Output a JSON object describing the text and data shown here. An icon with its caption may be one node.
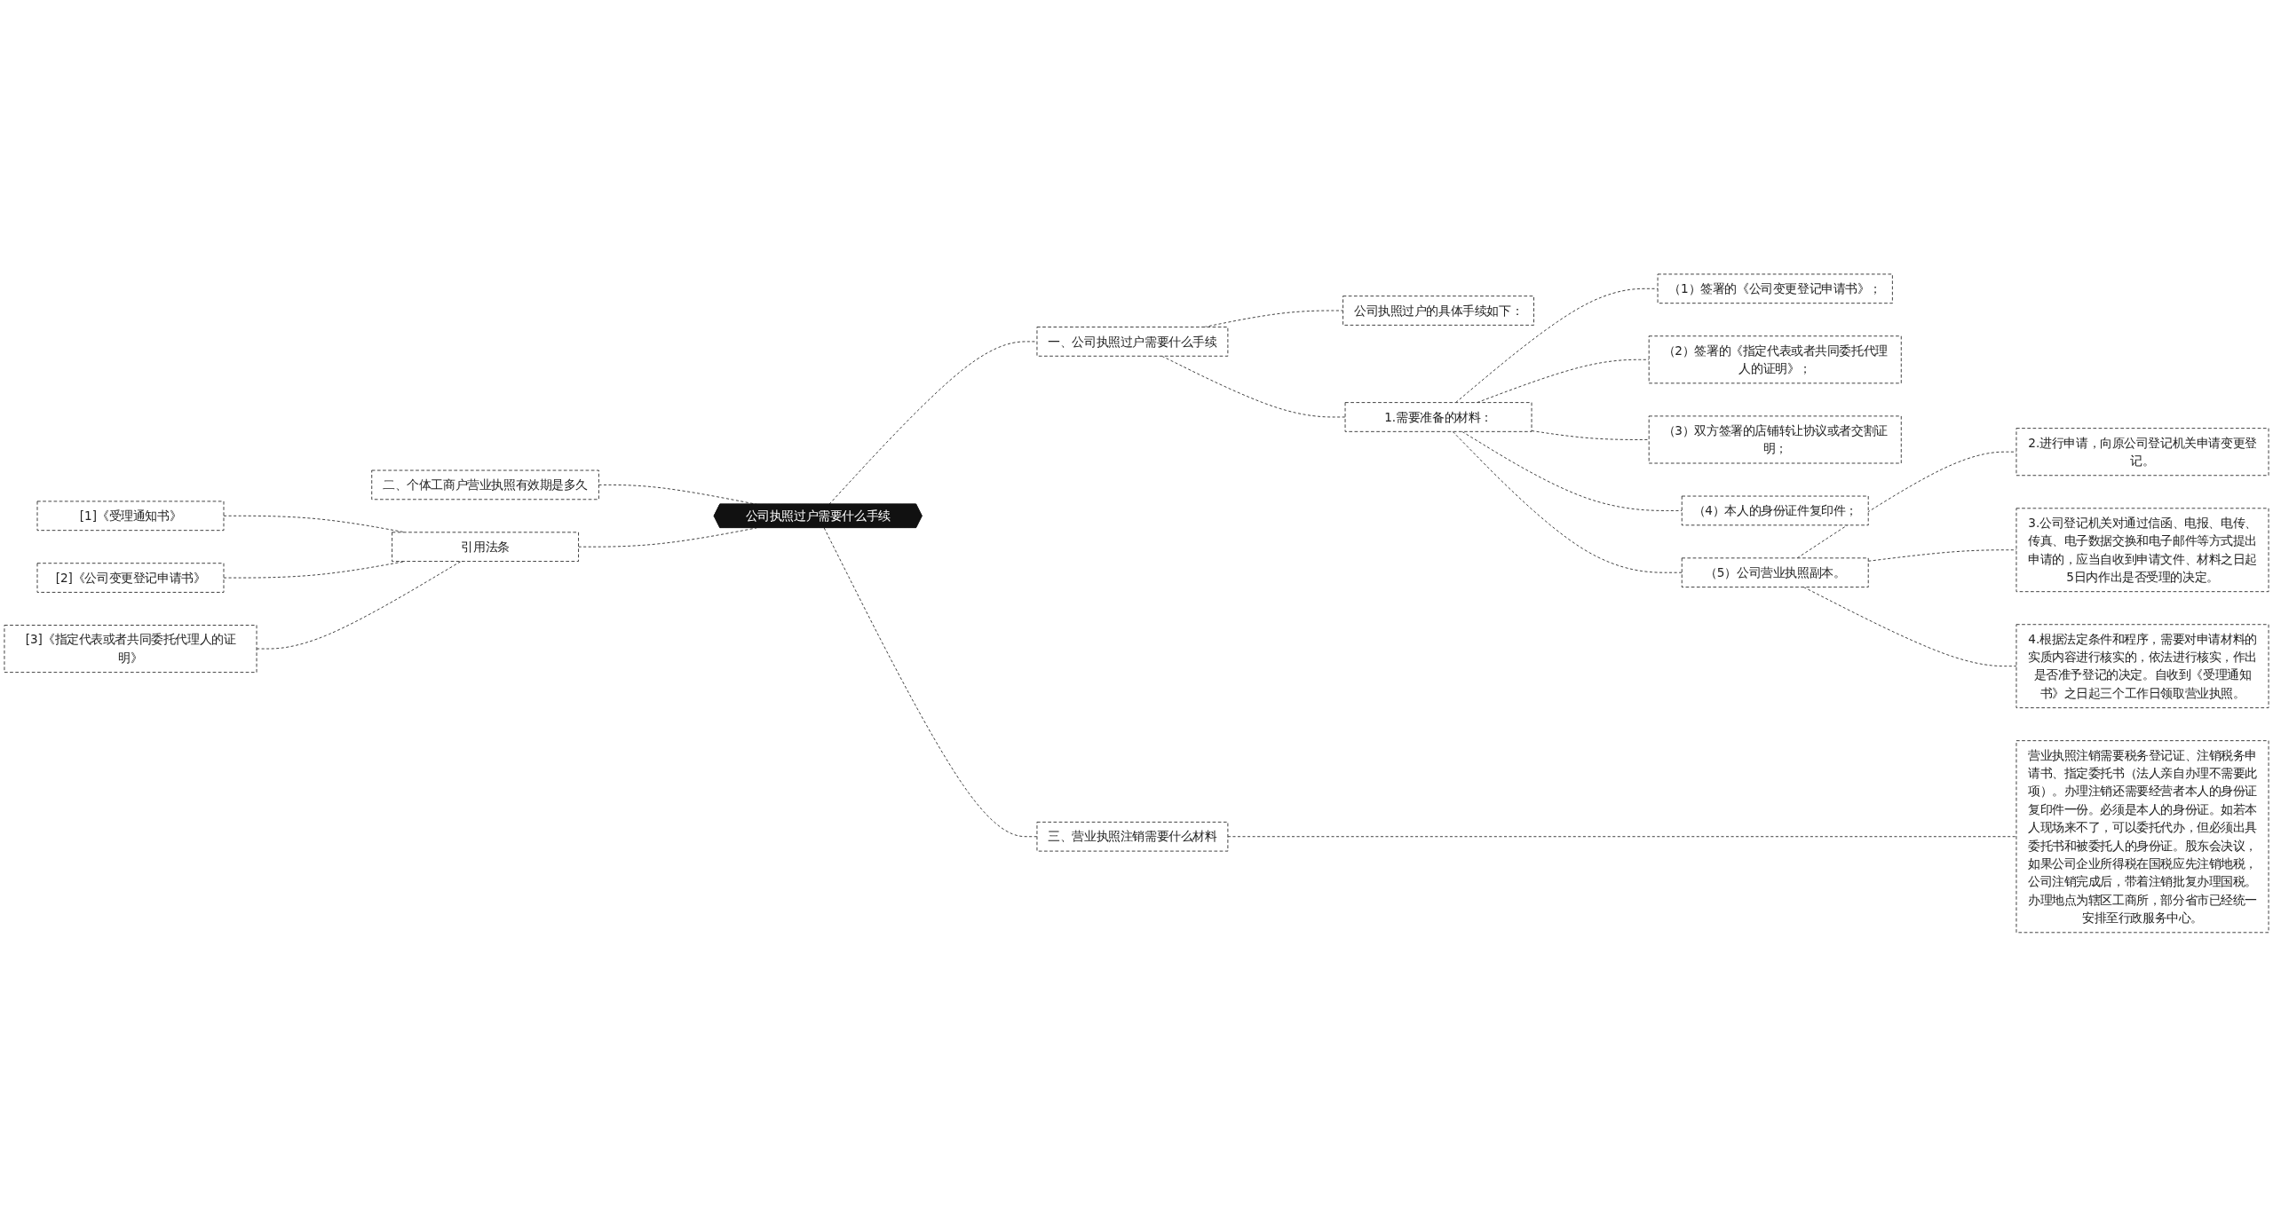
{
  "diagram": {
    "nodes": [
      {
        "text": [
          "公司执照过户需要什么手续"
        ]
      },
      {
        "text": [
          "一、公司执照过户需要什么手续"
        ]
      },
      {
        "text": [
          "公司执照过户的具体手续如下："
        ]
      },
      {
        "text": [
          "1.需要准备的材料："
        ]
      },
      {
        "text": [
          "（1）签署的《公司变更登记申请书》；"
        ]
      },
      {
        "text": [
          "（2）签署的《指定代表或者共同委托代理人的证明》；"
        ]
      },
      {
        "text": [
          "（3）双方签署的店铺转让协议或者交割证明；"
        ]
      },
      {
        "text": [
          "（4）本人的身份证件复印件；"
        ]
      },
      {
        "text": [
          "（5）公司营业执照副本。"
        ]
      },
      {
        "text": [
          "2.进行申请，向原公司登记机关申请变更登记。"
        ]
      },
      {
        "text": [
          "3.公司登记机关对通过信函、电报、电传、传真、电子数据交换和电子邮件等方式提出申请的，应当自收到申请文件、材料之日起5日内作出是否受理的决定。"
        ]
      },
      {
        "text": [
          "4.根据法定条件和程序，需要对申请材料的实质内容进行核实的，依法进行核实，作出是否准予登记的决定。自收到《受理通知书》之日起三个工作日领取营业执照。"
        ]
      },
      {
        "text": [
          "三、营业执照注销需要什么材料"
        ]
      },
      {
        "text": [
          "营业执照注销需要税务登记证、注销税务申请书、指定委托书（法人亲自办理不需要此项）。办理注销还需要经营者本人的身份证复印件一份。必须是本人的身份证。如若本人现场来不了，可以委托代办，但必须出具委托书和被委托人的身份证。股东会决议，如果公司企业所得税在国税应先注销地税，公司注销完成后，带着注销批复办理国税。办理地点为辖区工商所，部分省市已经统一安排至行政服务中心。"
        ]
      },
      {
        "text": [
          "二、个体工商户营业执照有效期是多久"
        ]
      },
      {
        "text": [
          "引用法条"
        ]
      },
      {
        "text": [
          "[1]《受理通知书》"
        ]
      },
      {
        "text": [
          "[2]《公司变更登记申请书》"
        ]
      },
      {
        "text": [
          "[3]《指定代表或者共同委托代理人的证明》"
        ]
      }
    ],
    "edges": [
      {
        "from": 0,
        "to": 1,
        "arrow": "none",
        "style": "dashed"
      },
      {
        "from": 1,
        "to": 2,
        "arrow": "none",
        "style": "dashed"
      },
      {
        "from": 1,
        "to": 3,
        "arrow": "none",
        "style": "dashed"
      },
      {
        "from": 3,
        "to": 4,
        "arrow": "none",
        "style": "dashed"
      },
      {
        "from": 3,
        "to": 5,
        "arrow": "none",
        "style": "dashed"
      },
      {
        "from": 3,
        "to": 6,
        "arrow": "none",
        "style": "dashed"
      },
      {
        "from": 3,
        "to": 7,
        "arrow": "none",
        "style": "dashed"
      },
      {
        "from": 3,
        "to": 8,
        "arrow": "none",
        "style": "dashed"
      },
      {
        "from": 8,
        "to": 9,
        "arrow": "none",
        "style": "dashed"
      },
      {
        "from": 8,
        "to": 10,
        "arrow": "none",
        "style": "dashed"
      },
      {
        "from": 8,
        "to": 11,
        "arrow": "none",
        "style": "dashed"
      },
      {
        "from": 0,
        "to": 12,
        "arrow": "none",
        "style": "dashed"
      },
      {
        "from": 12,
        "to": 13,
        "arrow": "none",
        "style": "dashed"
      },
      {
        "from": 0,
        "to": 14,
        "arrow": "none",
        "style": "dashed"
      },
      {
        "from": 0,
        "to": 15,
        "arrow": "none",
        "style": "dashed"
      },
      {
        "from": 15,
        "to": 16,
        "arrow": "none",
        "style": "dashed"
      },
      {
        "from": 15,
        "to": 17,
        "arrow": "none",
        "style": "dashed"
      },
      {
        "from": 15,
        "to": 18,
        "arrow": "none",
        "style": "dashed"
      }
    ]
  }
}
